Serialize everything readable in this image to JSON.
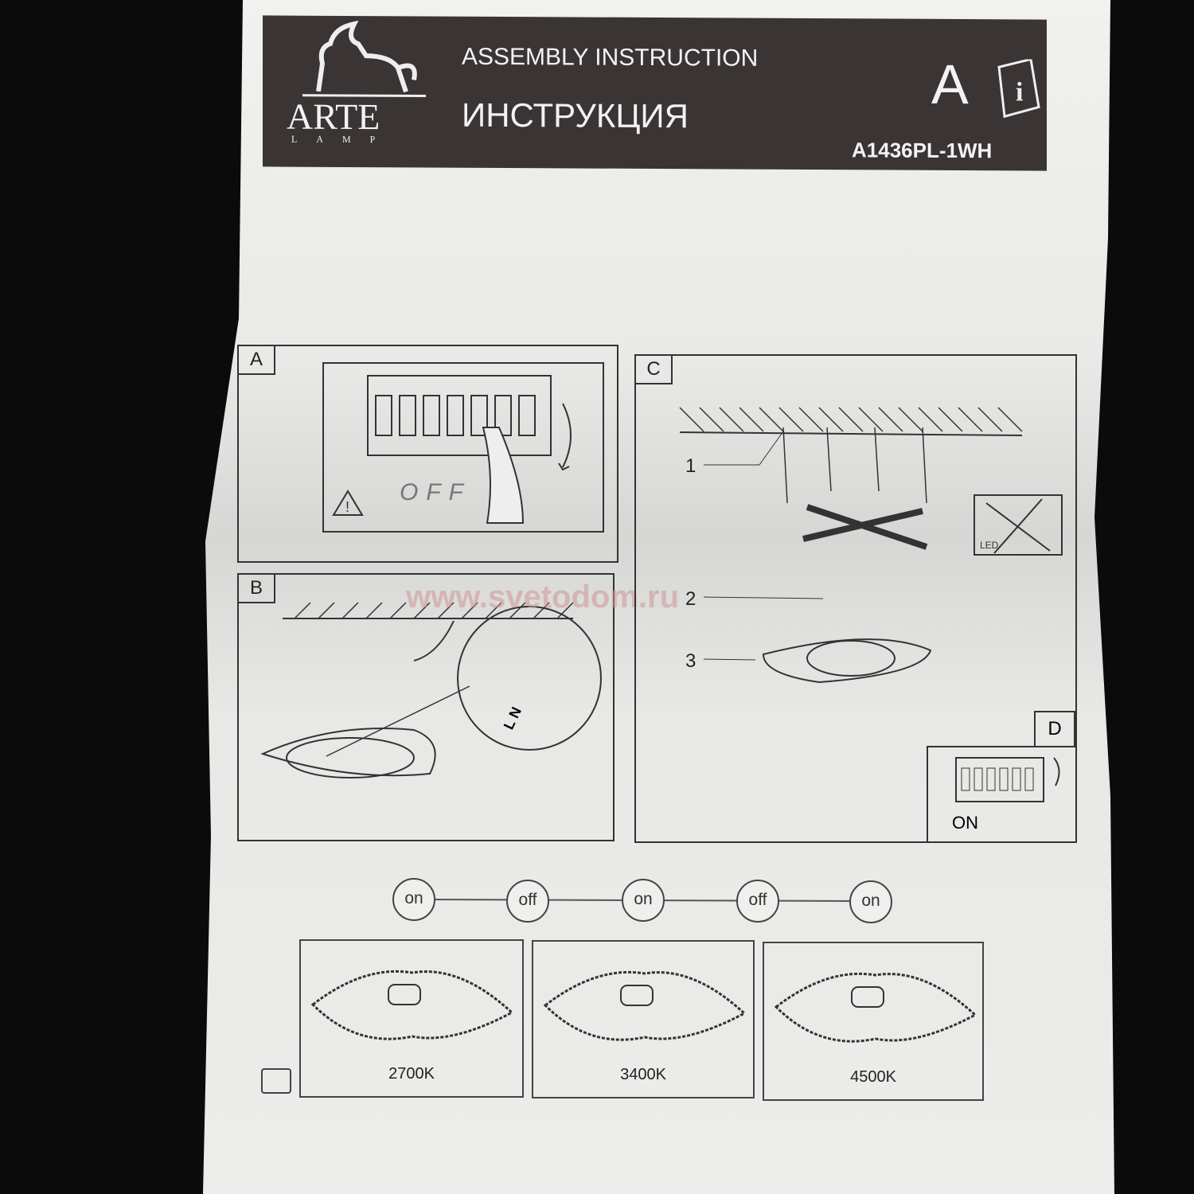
{
  "header": {
    "brand": "ARTE",
    "brand_sub": "LAMP",
    "title_en": "ASSEMBLY INSTRUCTION",
    "title_ru": "ИНСТРУКЦИЯ",
    "section": "A",
    "model": "A1436PL-1WH",
    "icon": "info-book-icon"
  },
  "panels": {
    "a": {
      "label": "A",
      "text": "OFF"
    },
    "b": {
      "label": "B",
      "terminal": "L N"
    },
    "c": {
      "label": "C",
      "callouts": [
        "1",
        "2",
        "3"
      ],
      "led_note": "LED"
    },
    "d": {
      "label": "D",
      "text": "ON"
    }
  },
  "sequence": [
    "on",
    "off",
    "on",
    "off",
    "on"
  ],
  "color_temps": [
    "2700K",
    "3400K",
    "4500K"
  ],
  "watermark": "www.svetodom.ru",
  "colors": {
    "header_bg": "#3a3534",
    "paper": "#ececea",
    "background": "#0b0b0b"
  }
}
